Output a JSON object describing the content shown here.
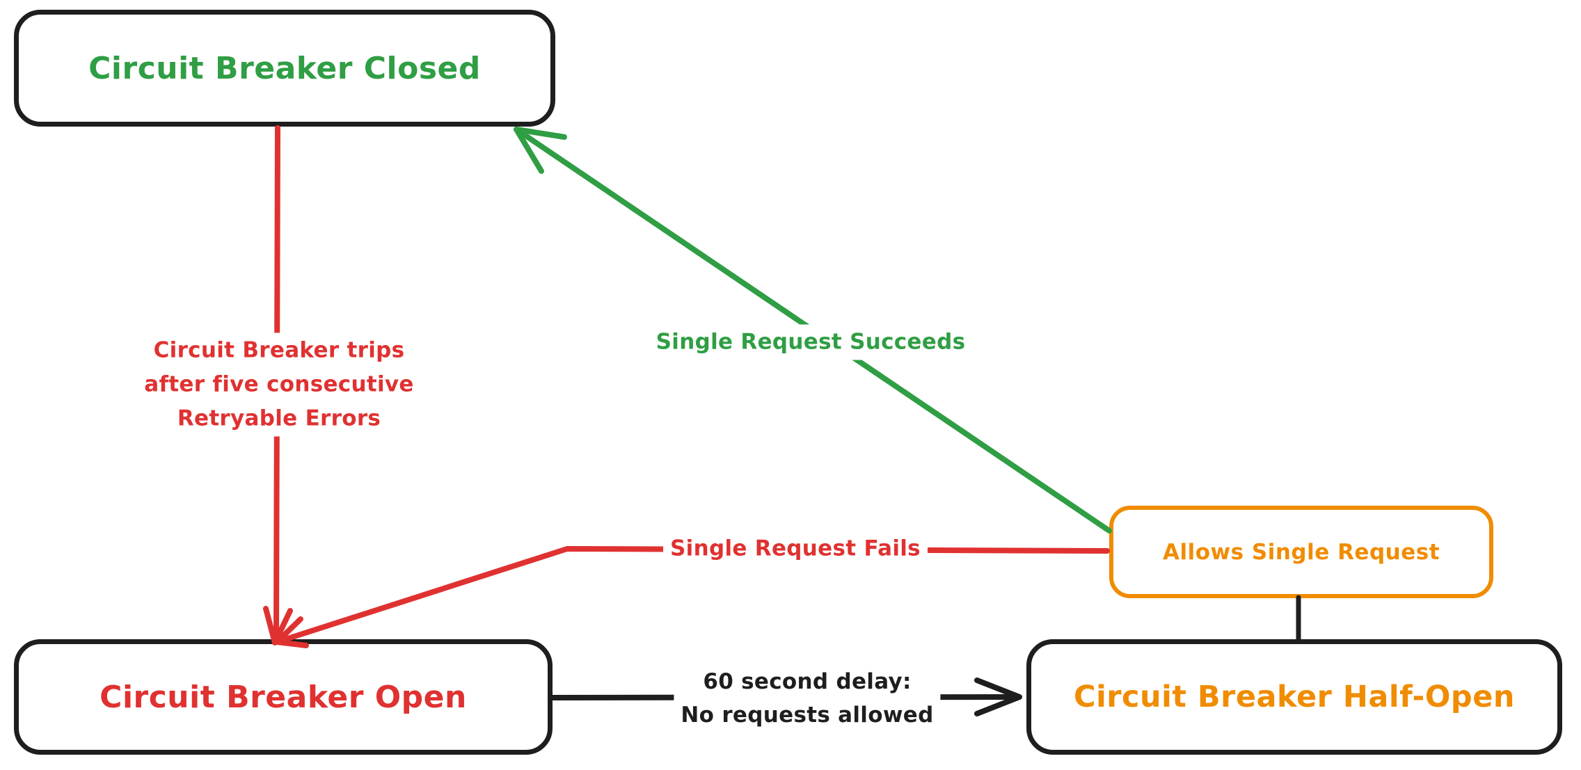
{
  "palette": {
    "ink": "#1e1e1e",
    "red": "#e03131",
    "green": "#2f9e44",
    "orange": "#f08c00",
    "background": "#ffffff"
  },
  "nodes": {
    "closed": {
      "label": "Circuit Breaker Closed",
      "text_color": "#2f9e44",
      "border_color": "#1e1e1e"
    },
    "open": {
      "label": "Circuit Breaker Open",
      "text_color": "#e03131",
      "border_color": "#1e1e1e"
    },
    "half_open": {
      "label": "Circuit Breaker Half-Open",
      "text_color": "#f08c00",
      "border_color": "#1e1e1e"
    },
    "allows": {
      "label": "Allows Single Request",
      "text_color": "#f08c00",
      "border_color": "#f08c00"
    }
  },
  "edges": {
    "trips": {
      "from": "closed",
      "to": "open",
      "color": "#e03131",
      "line1": "Circuit Breaker trips",
      "line2": "after five consecutive",
      "line3": "Retryable Errors"
    },
    "succeeds": {
      "from": "allows",
      "to": "closed",
      "color": "#2f9e44",
      "label": "Single Request Succeeds"
    },
    "fails": {
      "from": "allows",
      "to": "open",
      "color": "#e03131",
      "label": "Single Request Fails"
    },
    "delay": {
      "from": "open",
      "to": "half_open",
      "color": "#1e1e1e",
      "line1": "60 second delay:",
      "line2": "No requests allowed"
    },
    "half_open_to_allows": {
      "from": "half_open",
      "to": "allows",
      "color": "#1e1e1e",
      "label": ""
    }
  }
}
